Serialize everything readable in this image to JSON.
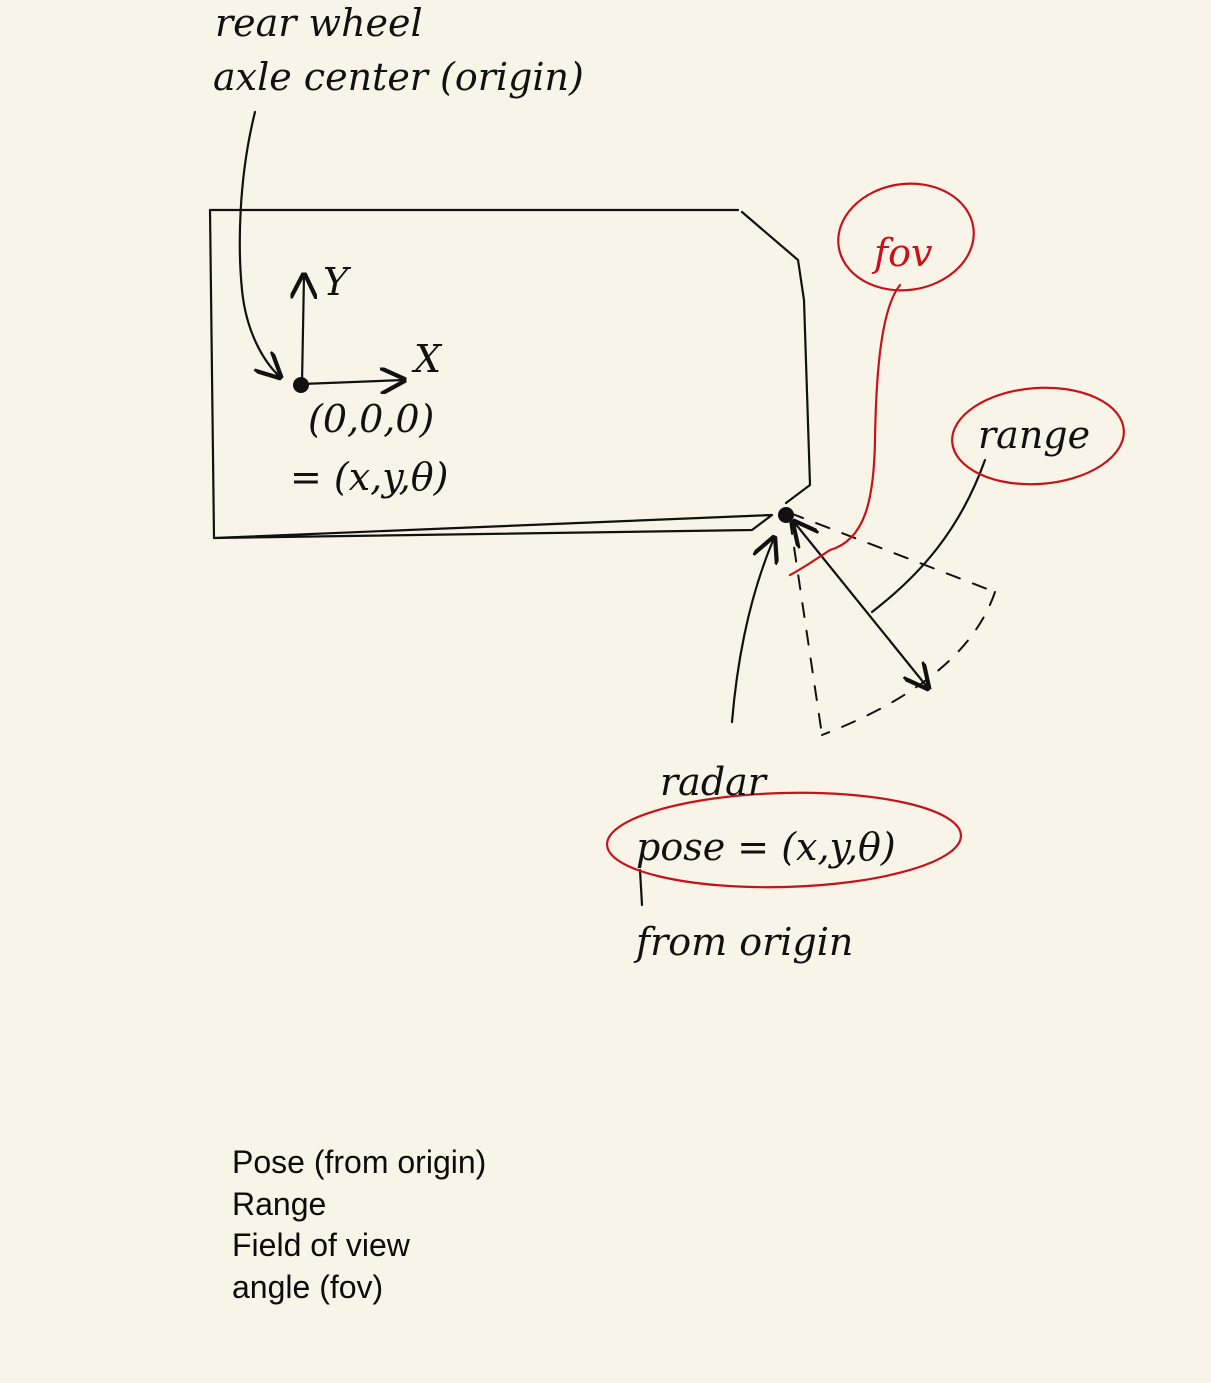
{
  "sketch_labels": {
    "origin_line1": "rear wheel",
    "origin_line2": "axle center (origin)",
    "axis_y": "Y",
    "axis_x": "X",
    "origin_coords": "(0,0,0)",
    "origin_pose": "= (x,y,θ)",
    "fov": "fov",
    "range": "range",
    "radar": "radar",
    "radar_pose": "pose = (x,y,θ)",
    "from_origin": "from origin"
  },
  "notes": [
    "Pose (from origin)",
    "Range",
    "Field of view",
    "angle (fov)"
  ],
  "colors": {
    "background": "#f8f5e8",
    "ink": "#111111",
    "annotation": "#c8121a"
  }
}
